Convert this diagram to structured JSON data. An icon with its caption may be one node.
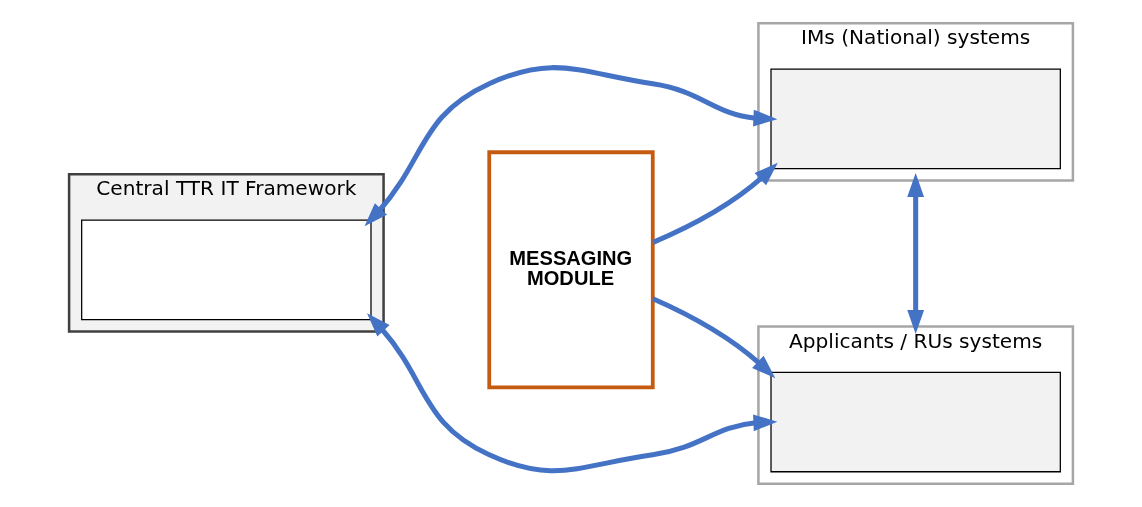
{
  "diagram": {
    "nodes": [
      {
        "text": [
          "Central TTR IT Framework"
        ]
      },
      {
        "text": [],
        "shape": "box",
        "in": 0
      },
      {
        "text": [
          "MESSAGING MODULE"
        ]
      },
      {
        "text": [
          "IMs (National) systems"
        ]
      },
      {
        "text": [],
        "shape": "box",
        "in": 3
      },
      {
        "text": [
          "Applicants / RUs systems"
        ]
      },
      {
        "text": [],
        "shape": "box",
        "in": 5
      }
    ],
    "edges": [
      {
        "from": 0,
        "to": 3,
        "arrow": "both"
      },
      {
        "from": 0,
        "to": 5,
        "arrow": "both"
      },
      {
        "from": 2,
        "to": 3,
        "arrow": "to"
      },
      {
        "from": 2,
        "to": 5,
        "arrow": "to"
      },
      {
        "from": 3,
        "to": 5,
        "arrow": "both"
      }
    ]
  }
}
